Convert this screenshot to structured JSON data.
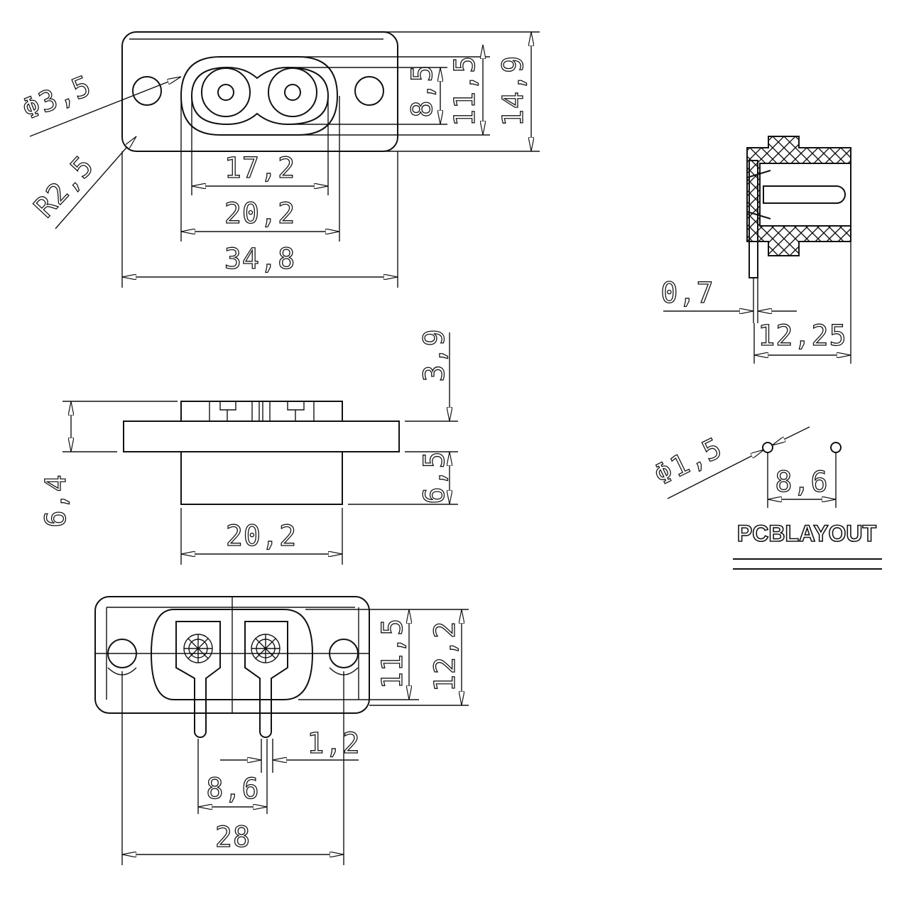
{
  "front_view": {
    "hole_diameter": "Φ3,5",
    "corner_radius": "R2,5",
    "dim_inner_width": "17,2",
    "dim_outer_width": "20,2",
    "dim_flange_width": "34,8",
    "dim_inner_height": "8,5",
    "dim_outer_height": "11,5",
    "dim_flange_height": "14,9"
  },
  "side_view": {
    "dim_flange_thickness": "0,7",
    "dim_depth": "12,25"
  },
  "top_view": {
    "dim_body_width": "20,2",
    "dim_top_height": "3,9",
    "dim_total_height": "6,4",
    "dim_lower_height": "6,5"
  },
  "back_view": {
    "dim_inner_height": "11,5",
    "dim_outer_height": "12,2",
    "dim_pin_width": "1,2",
    "dim_pin_pitch": "8,6",
    "dim_hole_pitch": "28"
  },
  "pcb_layout": {
    "title": "PCBLAYOUT",
    "hole_diameter": "Φ1,5",
    "dim_pitch": "8,6"
  },
  "colors": {
    "line": "#111111",
    "background": "#ffffff"
  }
}
